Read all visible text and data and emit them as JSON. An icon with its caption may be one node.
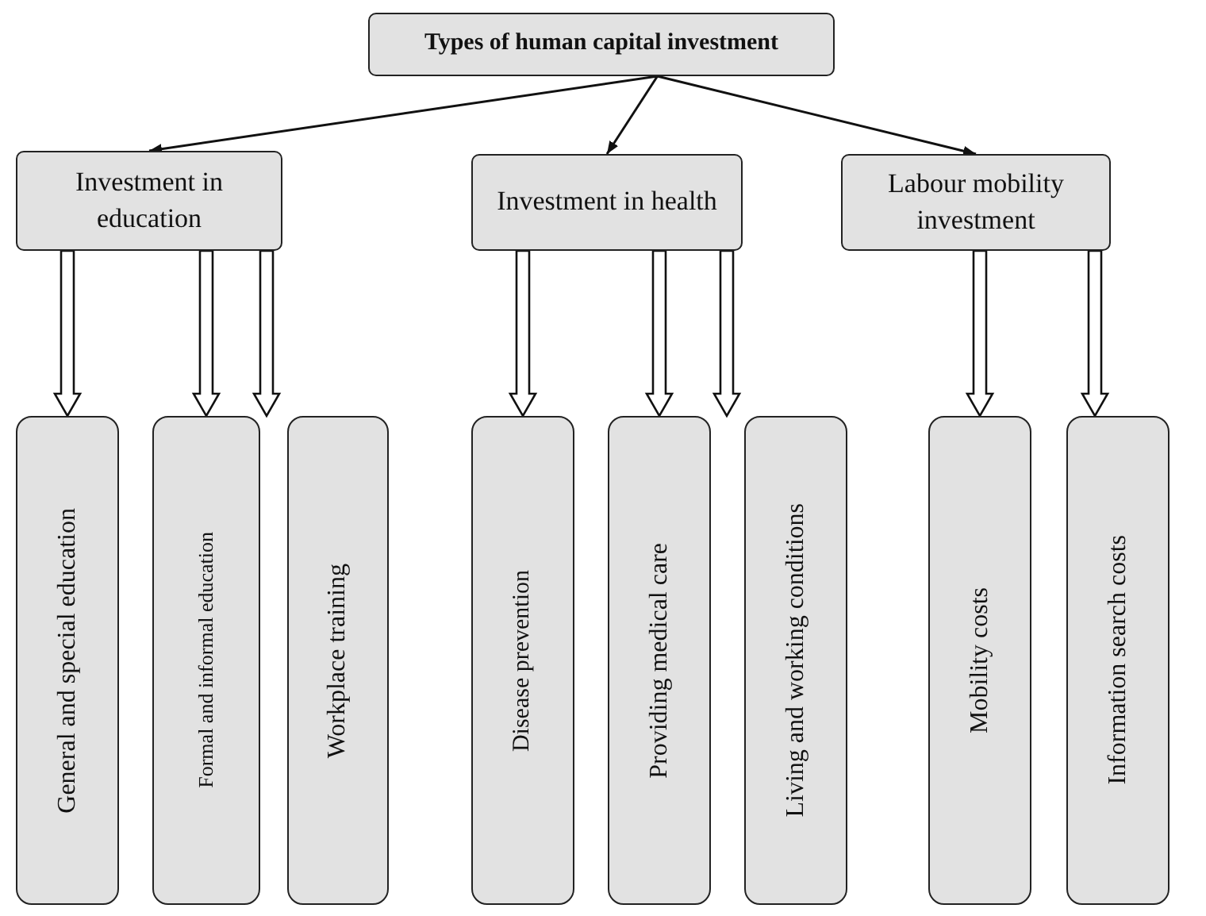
{
  "diagram": {
    "nodes": [
      {
        "text": [
          "Types of human capital investment"
        ]
      },
      {
        "text": [
          "Investment in education"
        ]
      },
      {
        "text": [
          "Investment in health"
        ]
      },
      {
        "text": [
          "Labour mobility investment"
        ]
      },
      {
        "text": [
          "General and special education"
        ]
      },
      {
        "text": [
          "Formal and informal education"
        ]
      },
      {
        "text": [
          "Workplace training"
        ]
      },
      {
        "text": [
          "Disease prevention"
        ]
      },
      {
        "text": [
          "Providing medical care"
        ]
      },
      {
        "text": [
          "Living and working conditions"
        ]
      },
      {
        "text": [
          "Mobility costs"
        ]
      },
      {
        "text": [
          "Information search costs"
        ]
      }
    ],
    "edges": [
      {
        "from": 0,
        "to": 1,
        "arrow": "to"
      },
      {
        "from": 0,
        "to": 2,
        "arrow": "to"
      },
      {
        "from": 0,
        "to": 3,
        "arrow": "to"
      },
      {
        "from": 1,
        "to": 4,
        "arrow": "to",
        "style": "thick"
      },
      {
        "from": 1,
        "to": 5,
        "arrow": "to",
        "style": "thick"
      },
      {
        "from": 1,
        "to": 6,
        "arrow": "to",
        "style": "thick"
      },
      {
        "from": 2,
        "to": 7,
        "arrow": "to",
        "style": "thick"
      },
      {
        "from": 2,
        "to": 8,
        "arrow": "to",
        "style": "thick"
      },
      {
        "from": 2,
        "to": 9,
        "arrow": "to",
        "style": "thick"
      },
      {
        "from": 3,
        "to": 10,
        "arrow": "to",
        "style": "thick"
      },
      {
        "from": 3,
        "to": 11,
        "arrow": "to",
        "style": "thick"
      }
    ]
  }
}
